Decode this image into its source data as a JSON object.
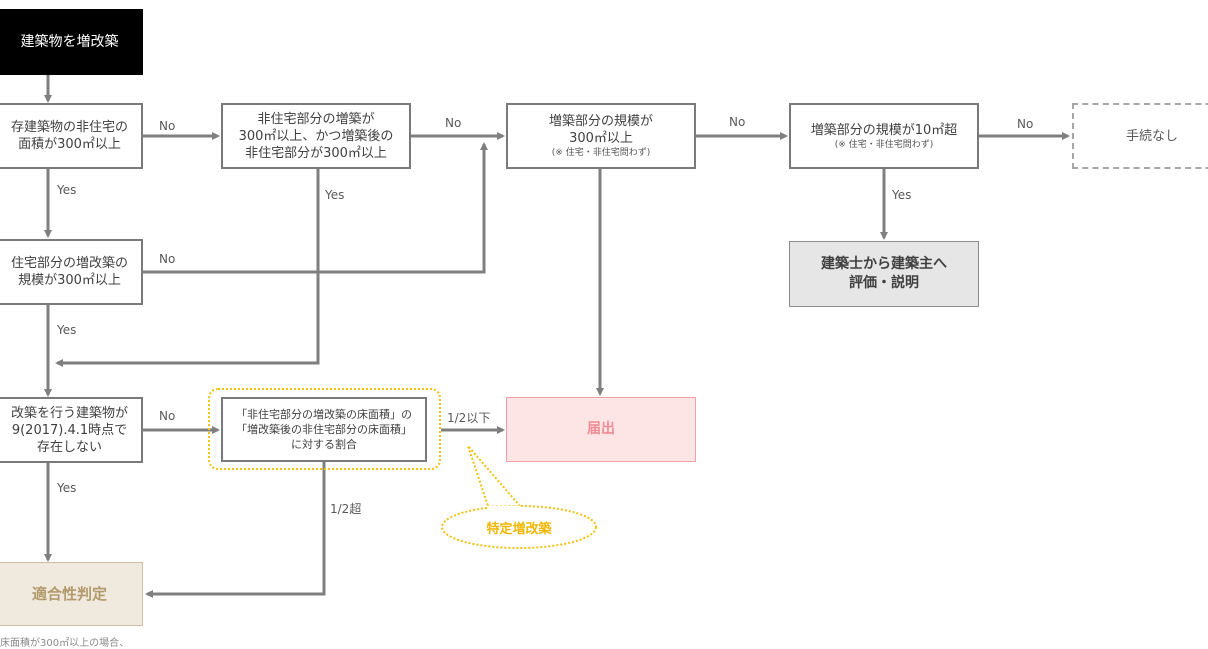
{
  "boxes": {
    "start": "建築物を増改築",
    "q1_line1": "存建築物の非住宅の",
    "q1_line2": "面積が300㎡以上",
    "q2_line1": "非住宅部分の増築が",
    "q2_line2": "300㎡以上、かつ増築後の",
    "q2_line3": "非住宅部分が300㎡以上",
    "q3_line1": "増築部分の規模が",
    "q3_line2": "300㎡以上",
    "q3_sub": "(※ 住宅・非住宅問わず)",
    "q4_line1": "増築部分の規模が10㎡超",
    "q4_sub": "(※ 住宅・非住宅問わず)",
    "none": "手続なし",
    "explain_line1": "建築士から建築主へ",
    "explain_line2": "評価・説明",
    "q5_line1": "住宅部分の増改築の",
    "q5_line2": "規模が300㎡以上",
    "q6_line1": "改築を行う建築物が",
    "q6_line2": "9(2017).4.1時点で",
    "q6_line3": "存在しない",
    "ratio_line1": "「非住宅部分の増改築の床面積」の",
    "ratio_line2": "「増改築後の非住宅部分の床面積」",
    "ratio_line3": "に対する割合",
    "notify": "届出",
    "conformity": "適合性判定"
  },
  "labels": {
    "no": "No",
    "yes": "Yes",
    "half_or_less": "1/2以下",
    "over_half": "1/2超"
  },
  "callout": "特定増改築",
  "footnote": "床面積が300㎡以上の場合、",
  "colors": {
    "line": "#7f7f7f",
    "highlight": "#f5c00f",
    "notify_fill": "#fde5e6",
    "conformity_fill": "#efe9de",
    "explain_fill": "#e6e6e6"
  }
}
